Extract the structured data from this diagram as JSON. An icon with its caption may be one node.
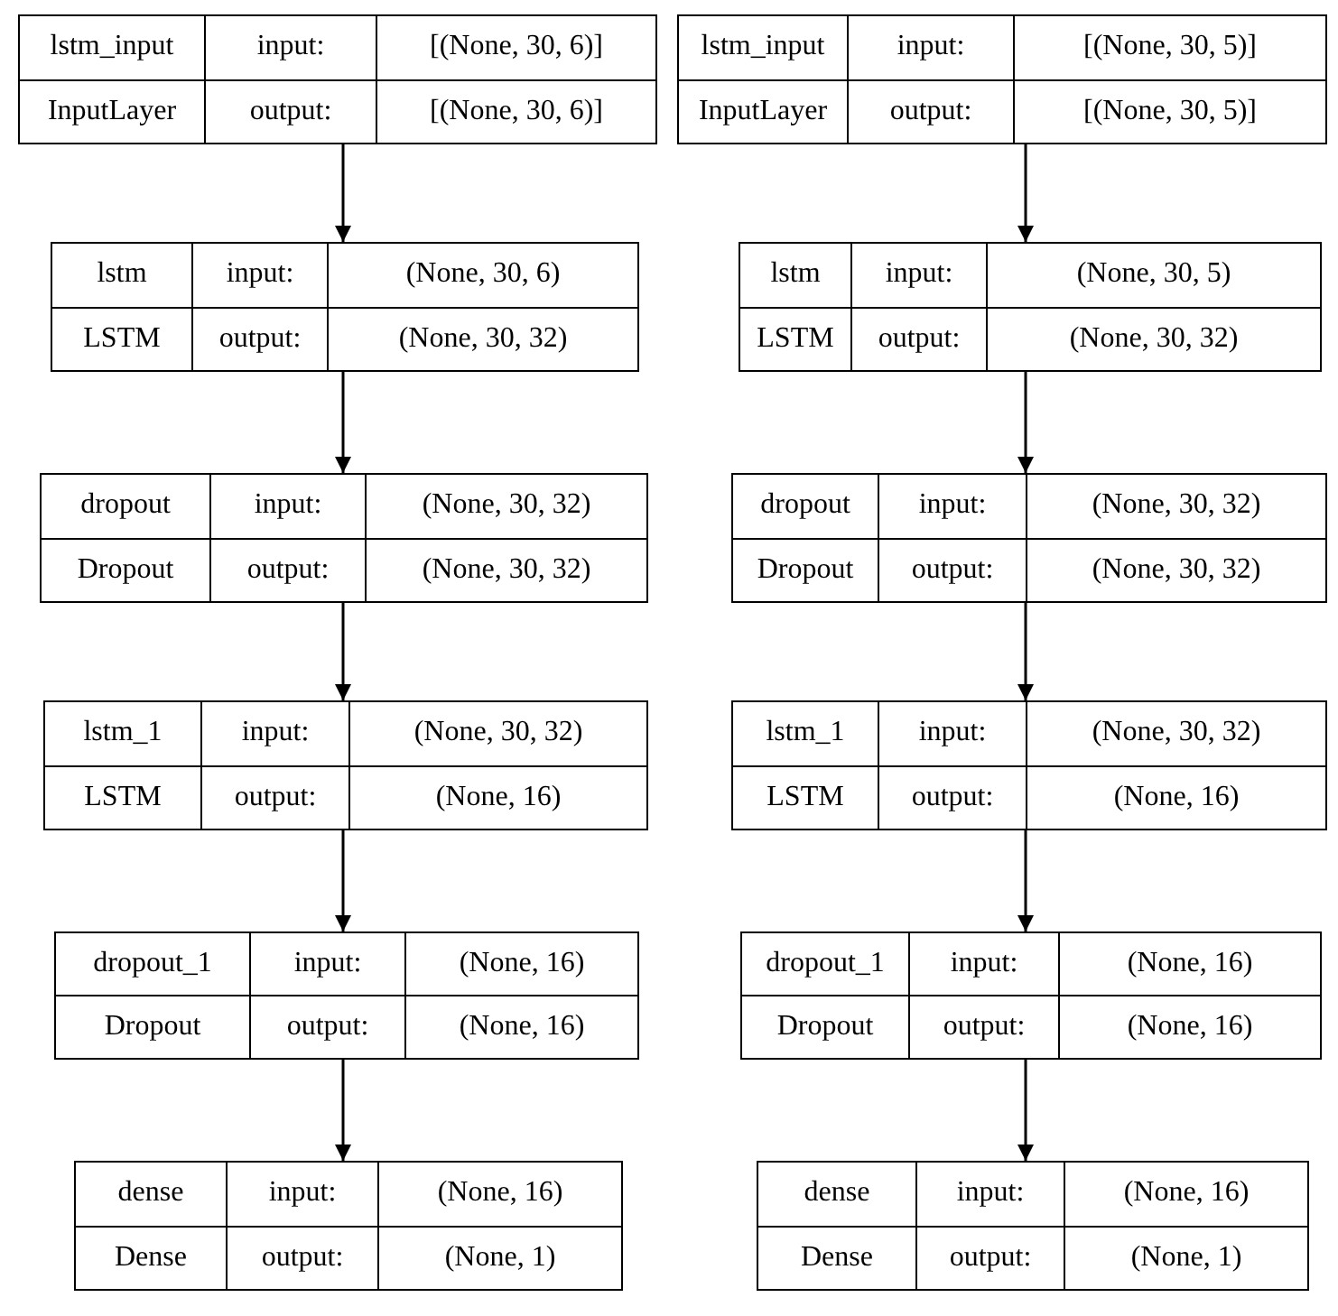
{
  "diagram": {
    "nodes": [
      {
        "text": [
          "lstm_input",
          "input:",
          "[(None, 30, 6)]",
          "InputLayer",
          "output:",
          "[(None, 30, 6)]"
        ]
      },
      {
        "text": [
          "lstm",
          "input:",
          "(None, 30, 6)",
          "LSTM",
          "output:",
          "(None, 30, 32)"
        ]
      },
      {
        "text": [
          "dropout",
          "input:",
          "(None, 30, 32)",
          "Dropout",
          "output:",
          "(None, 30, 32)"
        ]
      },
      {
        "text": [
          "lstm_1",
          "input:",
          "(None, 30, 32)",
          "LSTM",
          "output:",
          "(None, 16)"
        ]
      },
      {
        "text": [
          "dropout_1",
          "input:",
          "(None, 16)",
          "Dropout",
          "output:",
          "(None, 16)"
        ]
      },
      {
        "text": [
          "dense",
          "input:",
          "(None, 16)",
          "Dense",
          "output:",
          "(None, 1)"
        ]
      },
      {
        "text": [
          "lstm_input",
          "input:",
          "[(None, 30, 5)]",
          "InputLayer",
          "output:",
          "[(None, 30, 5)]"
        ]
      },
      {
        "text": [
          "lstm",
          "input:",
          "(None, 30, 5)",
          "LSTM",
          "output:",
          "(None, 30, 32)"
        ]
      },
      {
        "text": [
          "dropout",
          "input:",
          "(None, 30, 32)",
          "Dropout",
          "output:",
          "(None, 30, 32)"
        ]
      },
      {
        "text": [
          "lstm_1",
          "input:",
          "(None, 30, 32)",
          "LSTM",
          "output:",
          "(None, 16)"
        ]
      },
      {
        "text": [
          "dropout_1",
          "input:",
          "(None, 16)",
          "Dropout",
          "output:",
          "(None, 16)"
        ]
      },
      {
        "text": [
          "dense",
          "input:",
          "(None, 16)",
          "Dense",
          "output:",
          "(None, 1)"
        ]
      }
    ],
    "edges": [
      {
        "from": 0,
        "to": 1,
        "arrow": "to"
      },
      {
        "from": 1,
        "to": 2,
        "arrow": "to"
      },
      {
        "from": 2,
        "to": 3,
        "arrow": "to"
      },
      {
        "from": 3,
        "to": 4,
        "arrow": "to"
      },
      {
        "from": 4,
        "to": 5,
        "arrow": "to"
      },
      {
        "from": 6,
        "to": 7,
        "arrow": "to"
      },
      {
        "from": 7,
        "to": 8,
        "arrow": "to"
      },
      {
        "from": 8,
        "to": 9,
        "arrow": "to"
      },
      {
        "from": 9,
        "to": 10,
        "arrow": "to"
      },
      {
        "from": 10,
        "to": 11,
        "arrow": "to"
      }
    ]
  }
}
